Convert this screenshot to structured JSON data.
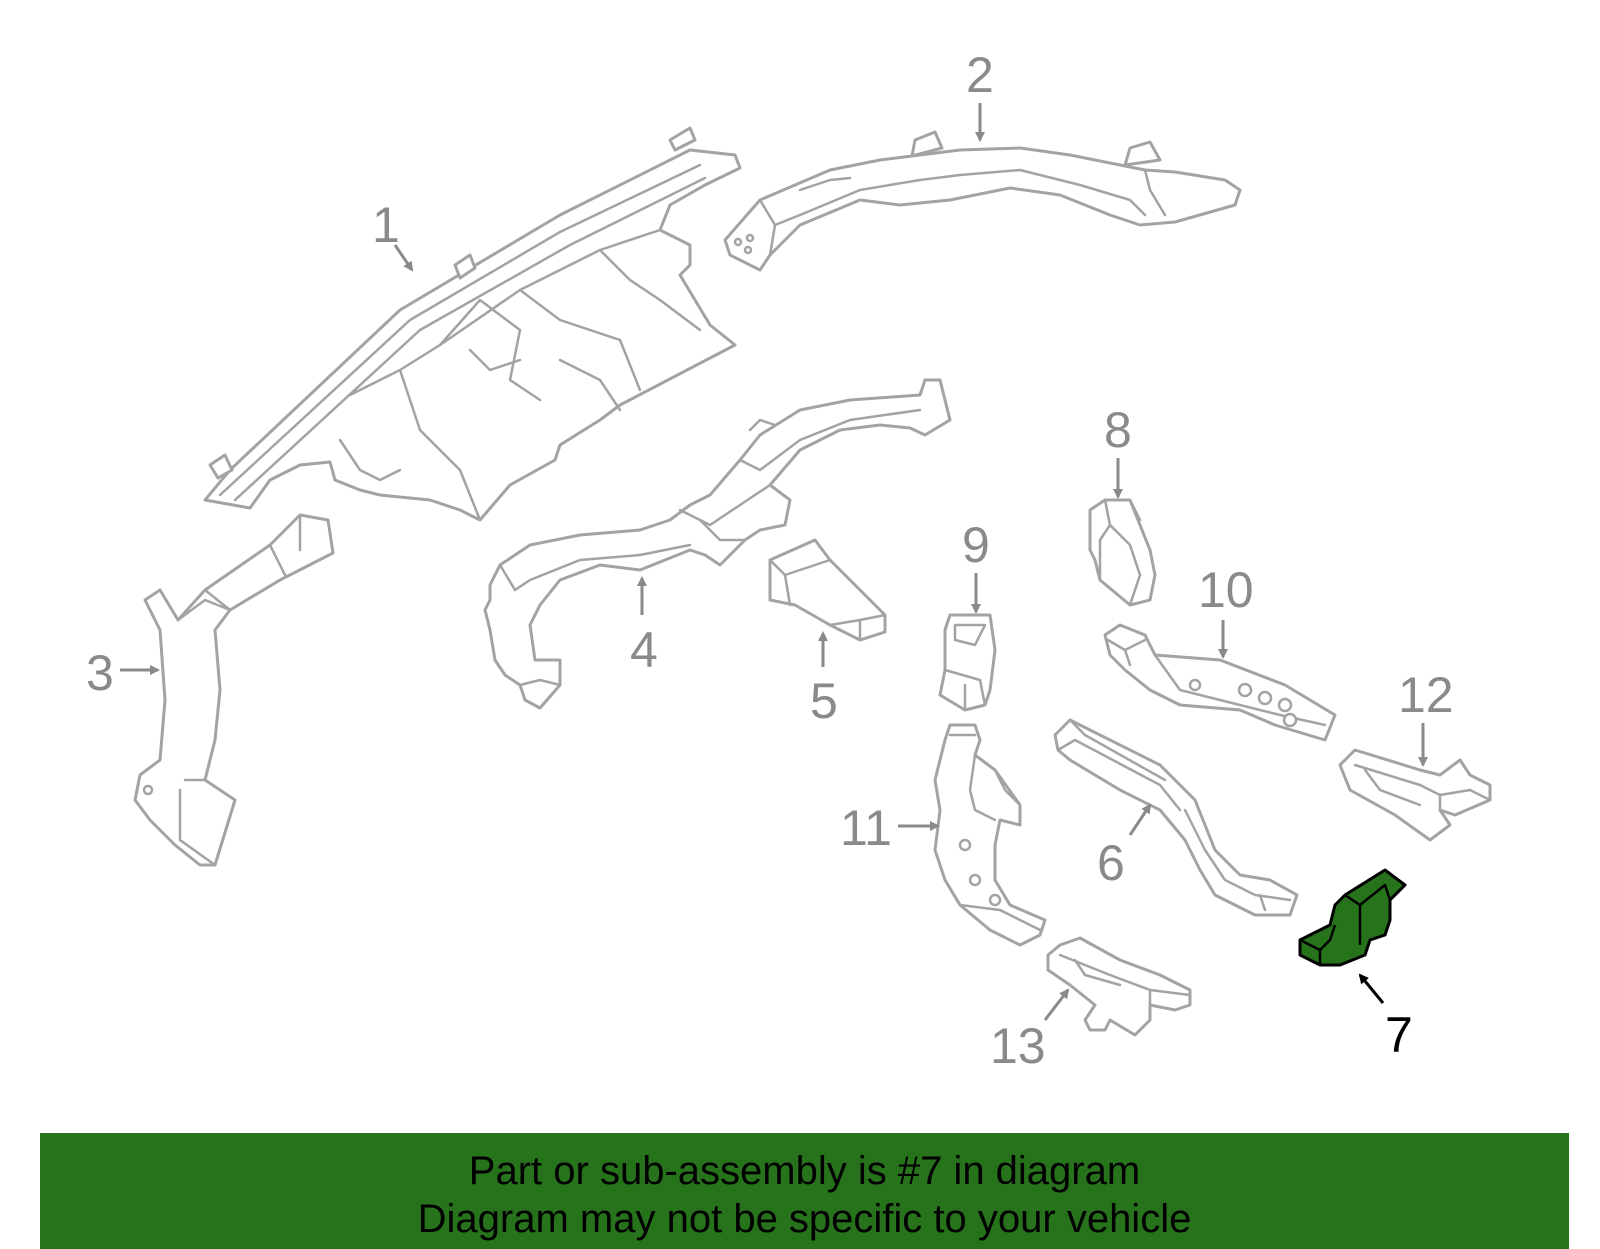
{
  "diagram": {
    "highlighted_part": "7",
    "callouts": [
      "1",
      "2",
      "3",
      "4",
      "5",
      "6",
      "7",
      "8",
      "9",
      "10",
      "11",
      "12",
      "13"
    ]
  },
  "footer": {
    "line1": "Part or sub-assembly is #7 in diagram",
    "line2": "Diagram may not be specific to your vehicle"
  },
  "colors": {
    "highlight": "#27731c",
    "outline": "#a3a3a3",
    "label": "#8a8a8a",
    "background": "#ffffff"
  }
}
